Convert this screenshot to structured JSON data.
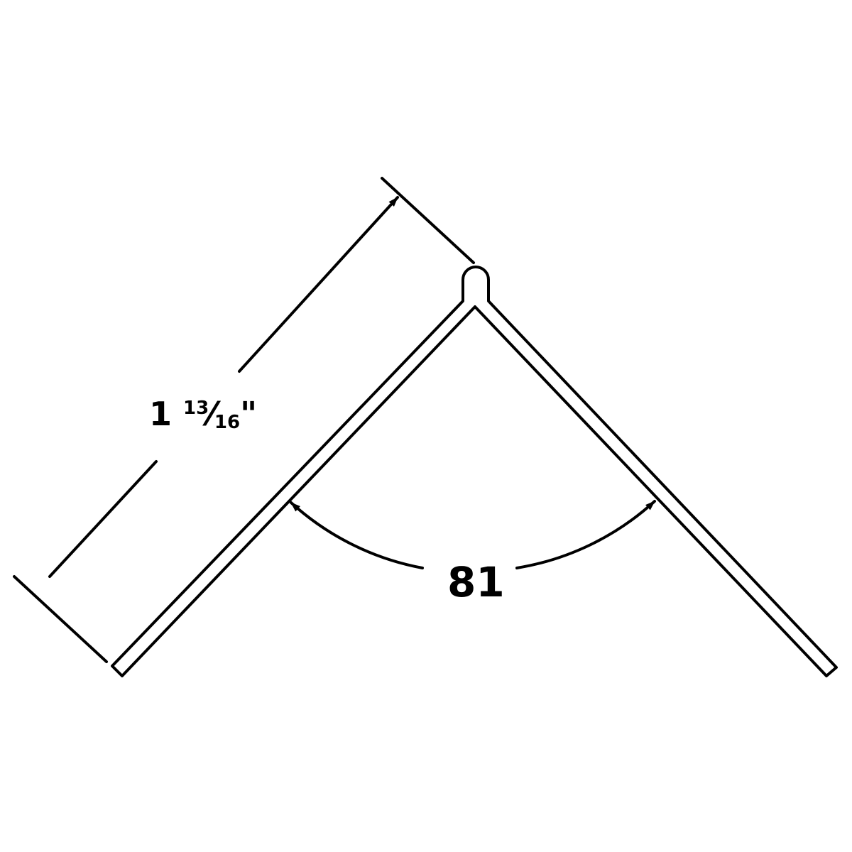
{
  "dimensions": {
    "length_whole": "1",
    "length_numerator": "13",
    "length_slash": "⁄",
    "length_denominator": "16",
    "length_unit": "\"",
    "angle": "81"
  },
  "colors": {
    "stroke": "#000000",
    "background": "#ffffff"
  }
}
